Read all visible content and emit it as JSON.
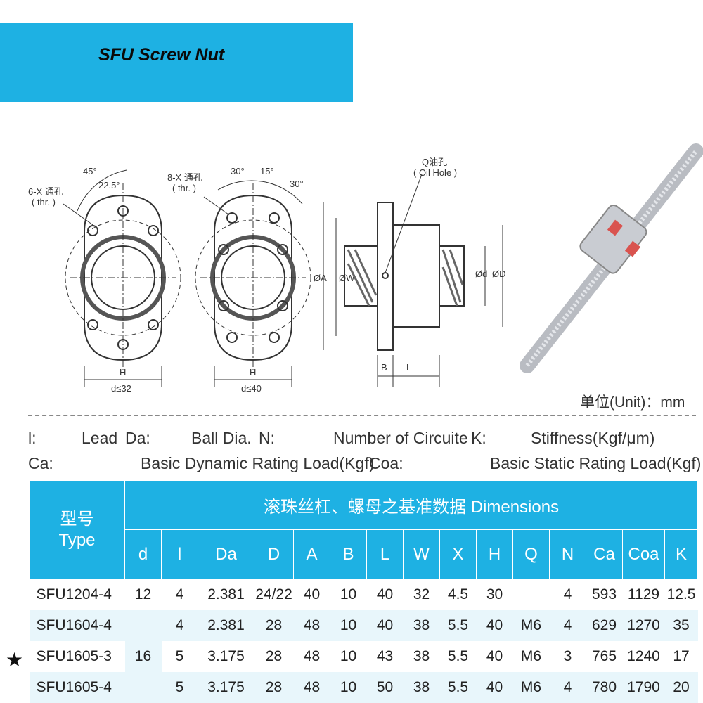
{
  "banner": {
    "title": "SFU Screw Nut",
    "color": "#1eb1e3"
  },
  "drawing": {
    "flange1": {
      "angle1": "45°",
      "angle2": "22.5°",
      "holes": "6-X 通孔",
      "thr": "( thr. )",
      "width": "H",
      "caption": "d≤32"
    },
    "flange2": {
      "angle1": "30°",
      "angle2": "15°",
      "angle3": "30°",
      "holes": "8-X 通孔",
      "thr": "( thr. )",
      "width": "H",
      "caption": "d≤40"
    },
    "side": {
      "oil": "Q油孔",
      "oil_en": "( Oil Hole )",
      "dia_a": "ØA",
      "dia_w": "ØW",
      "dia_d_small": "Ød",
      "dia_d": "ØD",
      "b": "B",
      "l": "L"
    }
  },
  "unit_text": "单位(Unit)：mm",
  "legend": {
    "row1": [
      {
        "key": "l:",
        "desc": "Lead"
      },
      {
        "key": "Da:",
        "desc": "Ball Dia."
      },
      {
        "key": "N:",
        "desc": "Number of Circuite"
      },
      {
        "key": "K:",
        "desc": "Stiffness(Kgf/μm)"
      }
    ],
    "row2": [
      {
        "key": "Ca:",
        "desc": "Basic Dynamic Rating Load(Kgf)"
      },
      {
        "key": "Coa:",
        "desc": "Basic Static Rating Load(Kgf)"
      }
    ]
  },
  "table": {
    "type_header_cn": "型号",
    "type_header_en": "Type",
    "dimensions_header": "滚珠丝杠、螺母之基准数据  Dimensions",
    "columns": [
      "d",
      "l",
      "Da",
      "D",
      "A",
      "B",
      "L",
      "W",
      "X",
      "H",
      "Q",
      "N",
      "Ca",
      "Coa",
      "K"
    ],
    "rows": [
      {
        "type": "SFU1204-4",
        "d": "12",
        "l": "4",
        "Da": "2.381",
        "D": "24/22",
        "A": "40",
        "B": "10",
        "L": "40",
        "W": "32",
        "X": "4.5",
        "H": "30",
        "Q": "",
        "N": "4",
        "Ca": "593",
        "Coa": "1129",
        "K": "12.5"
      },
      {
        "type": "SFU1604-4",
        "l": "4",
        "Da": "2.381",
        "D": "28",
        "A": "48",
        "B": "10",
        "L": "40",
        "W": "38",
        "X": "5.5",
        "H": "40",
        "Q": "M6",
        "N": "4",
        "Ca": "629",
        "Coa": "1270",
        "K": "35"
      },
      {
        "type": "SFU1605-3",
        "d": "16",
        "l": "5",
        "Da": "3.175",
        "D": "28",
        "A": "48",
        "B": "10",
        "L": "43",
        "W": "38",
        "X": "5.5",
        "H": "40",
        "Q": "M6",
        "N": "3",
        "Ca": "765",
        "Coa": "1240",
        "K": "17"
      },
      {
        "type": "SFU1605-4",
        "l": "5",
        "Da": "3.175",
        "D": "28",
        "A": "48",
        "B": "10",
        "L": "50",
        "W": "38",
        "X": "5.5",
        "H": "40",
        "Q": "M6",
        "N": "4",
        "Ca": "780",
        "Coa": "1790",
        "K": "20"
      }
    ],
    "star": "★"
  }
}
